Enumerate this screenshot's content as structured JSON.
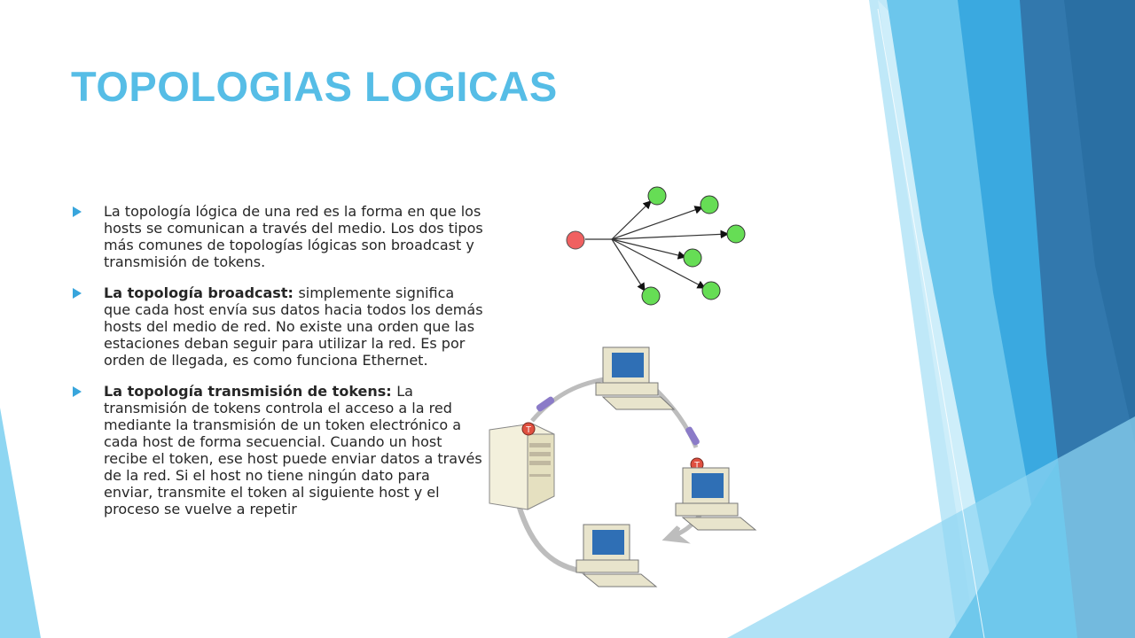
{
  "slide": {
    "title": "TOPOLOGIAS LOGICAS",
    "bullets": [
      {
        "lead": "",
        "text": " La topología lógica de una red es la forma en que los hosts se comunican a través del medio. Los dos tipos más comunes de topologías lógicas son broadcast y transmisión de tokens."
      },
      {
        "lead": "La topología broadcast: ",
        "text": "simplemente significa que cada host envía sus datos hacia todos los demás hosts del medio de red. No existe una orden que las estaciones deban seguir para utilizar la red. Es por orden de llegada, es como funciona Ethernet."
      },
      {
        "lead": "La topología transmisión de tokens: ",
        "text": "La transmisión de tokens controla el acceso a la red mediante la transmisión de un token electrónico a cada host de forma secuencial. Cuando un host recibe el token, ese host puede enviar datos a través de la red. Si el host no tiene ningún dato para enviar, transmite el token al siguiente host y el proceso se vuelve a repetir"
      }
    ]
  },
  "figures": {
    "broadcast": {
      "source_color": "#f06060",
      "node_color": "#66dd55"
    },
    "token_ring": {
      "token_label": "T",
      "token_color": "#e05040"
    }
  },
  "colors": {
    "title": "#56bde6",
    "bullet_arrow": "#38a5dc",
    "accent_light": "#8ed6f2",
    "accent_mid": "#3aa9e0",
    "accent_dark": "#2a6fa3"
  }
}
